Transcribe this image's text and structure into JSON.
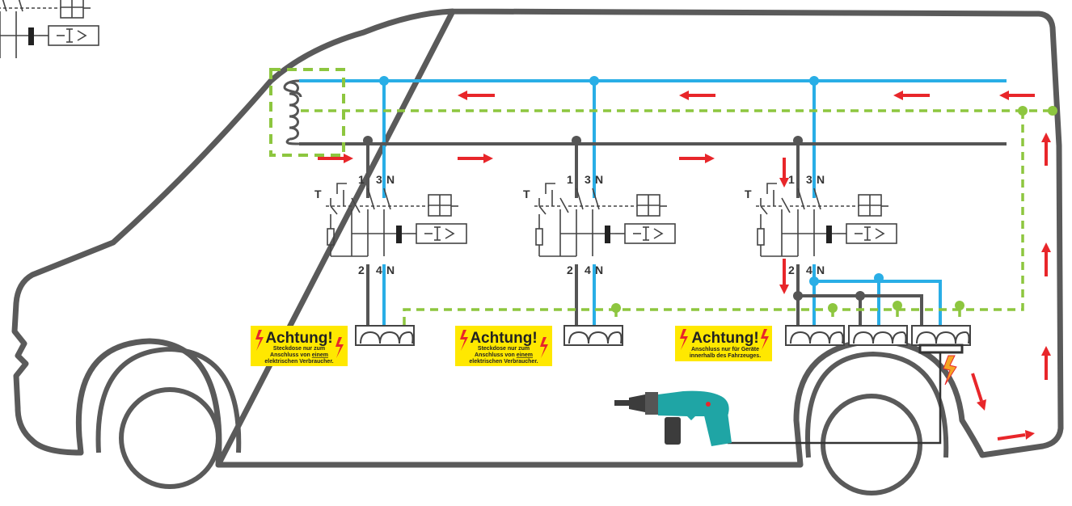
{
  "colors": {
    "body_outline": "#5a5a5a",
    "phase_line": "#29aee6",
    "protective_earth": "#8dc63f",
    "neutral_gray": "#555555",
    "current_arrow": "#e8262a",
    "warning_bg": "#ffe800",
    "warning_bolt": "#e8262a",
    "drill_body": "#1fa5a5",
    "drill_chuck": "#3c3c3c",
    "fault_spark": "#f5a623"
  },
  "icons": [
    "transformer-coil-icon",
    "rcd-switch-icon",
    "socket-icon",
    "lightning-bolt-icon",
    "power-drill-icon",
    "current-arrow-icon"
  ],
  "rcds": [
    {
      "terminal_top_1": "1",
      "terminal_top_3": "3",
      "terminal_top_n": "N",
      "terminal_bottom_2": "2",
      "terminal_bottom_4": "4",
      "terminal_bottom_n": "N",
      "test_label": "T"
    },
    {
      "terminal_top_1": "1",
      "terminal_top_3": "3",
      "terminal_top_n": "N",
      "terminal_bottom_2": "2",
      "terminal_bottom_4": "4",
      "terminal_bottom_n": "N",
      "test_label": "T"
    },
    {
      "terminal_top_1": "1",
      "terminal_top_3": "3",
      "terminal_top_n": "N",
      "terminal_bottom_2": "2",
      "terminal_bottom_4": "4",
      "terminal_bottom_n": "N",
      "test_label": "T"
    }
  ],
  "warnings": [
    {
      "title": "Achtung!",
      "line1": "Steckdose nur zum",
      "line2_prefix": "Anschluss von ",
      "line2_underlined": "einem",
      "line3": "elektrischen Verbraucher."
    },
    {
      "title": "Achtung!",
      "line1": "Steckdose nur zum",
      "line2_prefix": "Anschluss von ",
      "line2_underlined": "einem",
      "line3": "elektrischen Verbraucher."
    },
    {
      "title": "Achtung!",
      "line1": "Anschluss nur für Geräte",
      "line2_prefix": "innerhalb des Fahrzeuges.",
      "line2_underlined": "",
      "line3": ""
    }
  ]
}
